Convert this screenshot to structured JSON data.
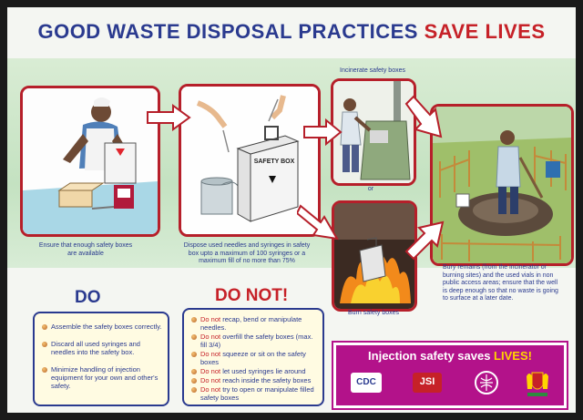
{
  "title": {
    "part1": "GOOD WASTE DISPOSAL PRACTICES ",
    "part2": "SAVE LIVES"
  },
  "steps": {
    "ensure": "Ensure that enough safety boxes are available",
    "dispose": "Dispose used needles and syringes in safety box upto a maximum of 100 syringes or a maximum fill of no more than 75%",
    "incinerate": "Incinerate safety boxes",
    "or": "or",
    "burn": "Burn safety boxes",
    "bury": "Bury remains (from the incinerator or burning sites) and the used vials in non public access areas; ensure that the well is deep enough so that no waste is going to surface at a later date."
  },
  "safety_box_label": "SAFETY BOX",
  "do": {
    "heading": "DO",
    "items": [
      "Assemble the safety boxes correctly.",
      "Discard all used syringes and needles into the safety box.",
      "Minimize handling of injection equipment for your own and other's safety."
    ]
  },
  "dont": {
    "heading": "DO NOT!",
    "neg": "Do not",
    "items": [
      " recap, bend or manipulate needles.",
      " overfill the safety boxes (max. fill 3/4)",
      " squeeze or sit on the safety boxes",
      " let used syringes lie around",
      " reach inside the safety boxes",
      " try to open or manipulate filled safety boxes"
    ]
  },
  "banner": {
    "text": "Injection safety saves ",
    "highlight": "LIVES!"
  },
  "logos": {
    "cdc": "CDC",
    "jsi": "JSI"
  },
  "icons": [
    "seal-icon",
    "coat-of-arms-icon"
  ],
  "colors": {
    "navy": "#2a3a8f",
    "red": "#c62128",
    "magenta": "#b3128a",
    "green": "#c4e2c1"
  }
}
